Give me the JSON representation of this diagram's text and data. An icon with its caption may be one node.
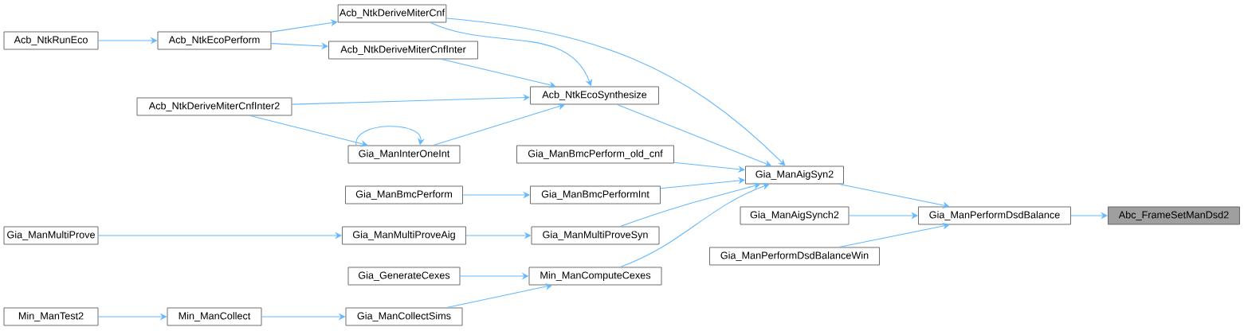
{
  "diagram": {
    "nodes": [
      {
        "text": [
          "Acb_NtkRunEco"
        ]
      },
      {
        "text": [
          "Acb_NtkEcoPerform"
        ]
      },
      {
        "text": [
          "Acb_NtkDeriveMiterCnf"
        ]
      },
      {
        "text": [
          "Acb_NtkDeriveMiterCnfInter"
        ]
      },
      {
        "text": [
          "Acb_NtkDeriveMiterCnfInter2"
        ]
      },
      {
        "text": [
          "Gia_ManInterOneInt"
        ]
      },
      {
        "text": [
          "Acb_NtkEcoSynthesize"
        ]
      },
      {
        "text": [
          "Gia_ManBmcPerform_old_cnf"
        ]
      },
      {
        "text": [
          "Gia_ManBmcPerform"
        ]
      },
      {
        "text": [
          "Gia_ManBmcPerformInt"
        ]
      },
      {
        "text": [
          "Gia_ManMultiProve"
        ]
      },
      {
        "text": [
          "Gia_ManMultiProveAig"
        ]
      },
      {
        "text": [
          "Gia_ManMultiProveSyn"
        ]
      },
      {
        "text": [
          "Gia_GenerateCexes"
        ]
      },
      {
        "text": [
          "Min_ManComputeCexes"
        ]
      },
      {
        "text": [
          "Min_ManTest2"
        ]
      },
      {
        "text": [
          "Min_ManCollect"
        ]
      },
      {
        "text": [
          "Gia_ManCollectSims"
        ]
      },
      {
        "text": [
          "Gia_ManAigSyn2"
        ]
      },
      {
        "text": [
          "Gia_ManAigSynch2"
        ]
      },
      {
        "text": [
          "Gia_ManPerformDsdBalanceWin"
        ]
      },
      {
        "text": [
          "Gia_ManPerformDsdBalance"
        ]
      },
      {
        "text": [
          "Abc_FrameSetManDsd2"
        ]
      }
    ],
    "edges": [
      {
        "from": 0,
        "to": 1,
        "arrow": "to"
      },
      {
        "from": 1,
        "to": 2,
        "arrow": "to"
      },
      {
        "from": 1,
        "to": 3,
        "arrow": "to"
      },
      {
        "from": 2,
        "to": 6,
        "arrow": "to"
      },
      {
        "from": 2,
        "to": 18,
        "arrow": "to"
      },
      {
        "from": 3,
        "to": 6,
        "arrow": "to"
      },
      {
        "from": 4,
        "to": 6,
        "arrow": "to"
      },
      {
        "from": 4,
        "to": 5,
        "arrow": "to"
      },
      {
        "from": 5,
        "to": 5,
        "arrow": "to"
      },
      {
        "from": 5,
        "to": 6,
        "arrow": "to"
      },
      {
        "from": 6,
        "to": 18,
        "arrow": "to"
      },
      {
        "from": 7,
        "to": 18,
        "arrow": "to"
      },
      {
        "from": 8,
        "to": 9,
        "arrow": "to"
      },
      {
        "from": 9,
        "to": 18,
        "arrow": "to"
      },
      {
        "from": 10,
        "to": 11,
        "arrow": "to"
      },
      {
        "from": 11,
        "to": 12,
        "arrow": "to"
      },
      {
        "from": 12,
        "to": 18,
        "arrow": "to"
      },
      {
        "from": 13,
        "to": 14,
        "arrow": "to"
      },
      {
        "from": 14,
        "to": 18,
        "arrow": "to"
      },
      {
        "from": 15,
        "to": 16,
        "arrow": "to"
      },
      {
        "from": 16,
        "to": 17,
        "arrow": "to"
      },
      {
        "from": 17,
        "to": 14,
        "arrow": "to"
      },
      {
        "from": 18,
        "to": 21,
        "arrow": "to"
      },
      {
        "from": 19,
        "to": 21,
        "arrow": "to"
      },
      {
        "from": 20,
        "to": 21,
        "arrow": "to"
      },
      {
        "from": 21,
        "to": 22,
        "arrow": "to"
      }
    ]
  }
}
